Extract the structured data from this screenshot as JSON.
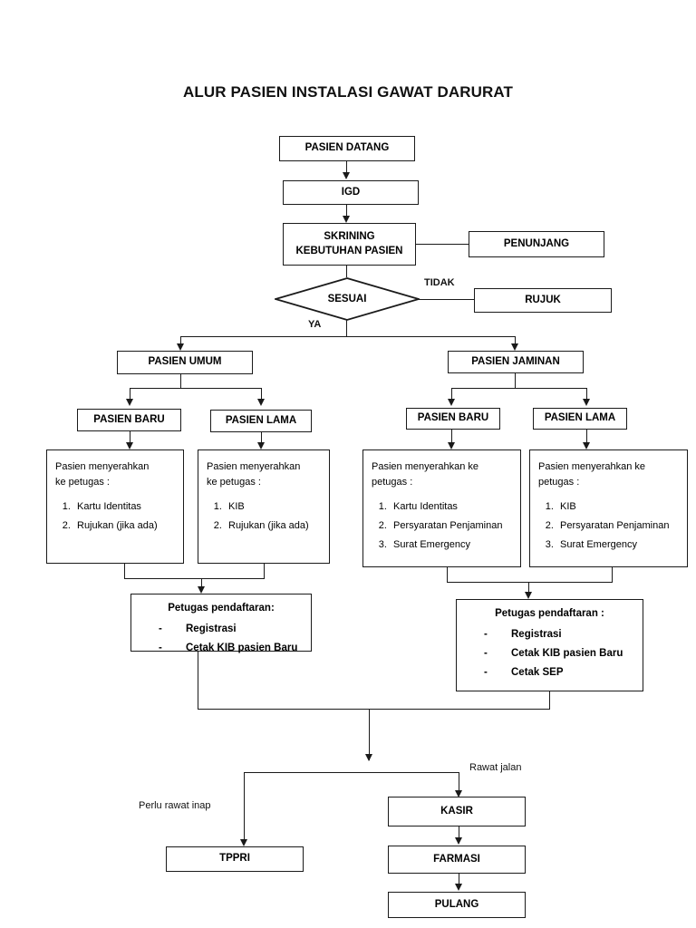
{
  "document": {
    "title": "ALUR PASIEN INSTALASI GAWAT DARURAT"
  },
  "nodes": {
    "pasien_datang": "PASIEN DATANG",
    "igd": "IGD",
    "skrining_line1": "SKRINING",
    "skrining_line2": "KEBUTUHAN PASIEN",
    "penunjang": "PENUNJANG",
    "sesuai": "SESUAI",
    "rujuk": "RUJUK",
    "pasien_umum": "PASIEN UMUM",
    "pasien_jaminan": "PASIEN JAMINAN",
    "umum_baru": "PASIEN BARU",
    "umum_lama": "PASIEN LAMA",
    "jaminan_baru": "PASIEN BARU",
    "jaminan_lama": "PASIEN LAMA",
    "tppri": "TPPRI",
    "kasir": "KASIR",
    "farmasi": "FARMASI",
    "pulang": "PULANG"
  },
  "edge_labels": {
    "tidak": "TIDAK",
    "ya": "YA",
    "perlu_rawat_inap": "Perlu rawat inap",
    "rawat_jalan": "Rawat jalan"
  },
  "detail_boxes": {
    "umum_baru": {
      "head": "Pasien menyerahkan\nke petugas :",
      "items": [
        "Kartu Identitas",
        "Rujukan (jika ada)"
      ]
    },
    "umum_lama": {
      "head": "Pasien menyerahkan\nke petugas :",
      "items": [
        "KIB",
        "Rujukan (jika ada)"
      ]
    },
    "jaminan_baru": {
      "head": "Pasien menyerahkan ke\npetugas :",
      "items": [
        "Kartu Identitas",
        "Persyaratan Penjaminan",
        "Surat Emergency"
      ]
    },
    "jaminan_lama": {
      "head": "Pasien menyerahkan ke\npetugas :",
      "items": [
        "KIB",
        "Persyaratan Penjaminan",
        "Surat Emergency"
      ]
    }
  },
  "registration": {
    "umum": {
      "title": "Petugas pendaftaran:",
      "items": [
        "Registrasi",
        "Cetak KIB pasien Baru"
      ]
    },
    "jaminan": {
      "title": "Petugas pendaftaran :",
      "items": [
        "Registrasi",
        "Cetak KIB pasien Baru",
        "Cetak SEP"
      ]
    }
  },
  "colors": {
    "stroke": "#1a1a1a",
    "background": "#ffffff",
    "text": "#000000"
  }
}
